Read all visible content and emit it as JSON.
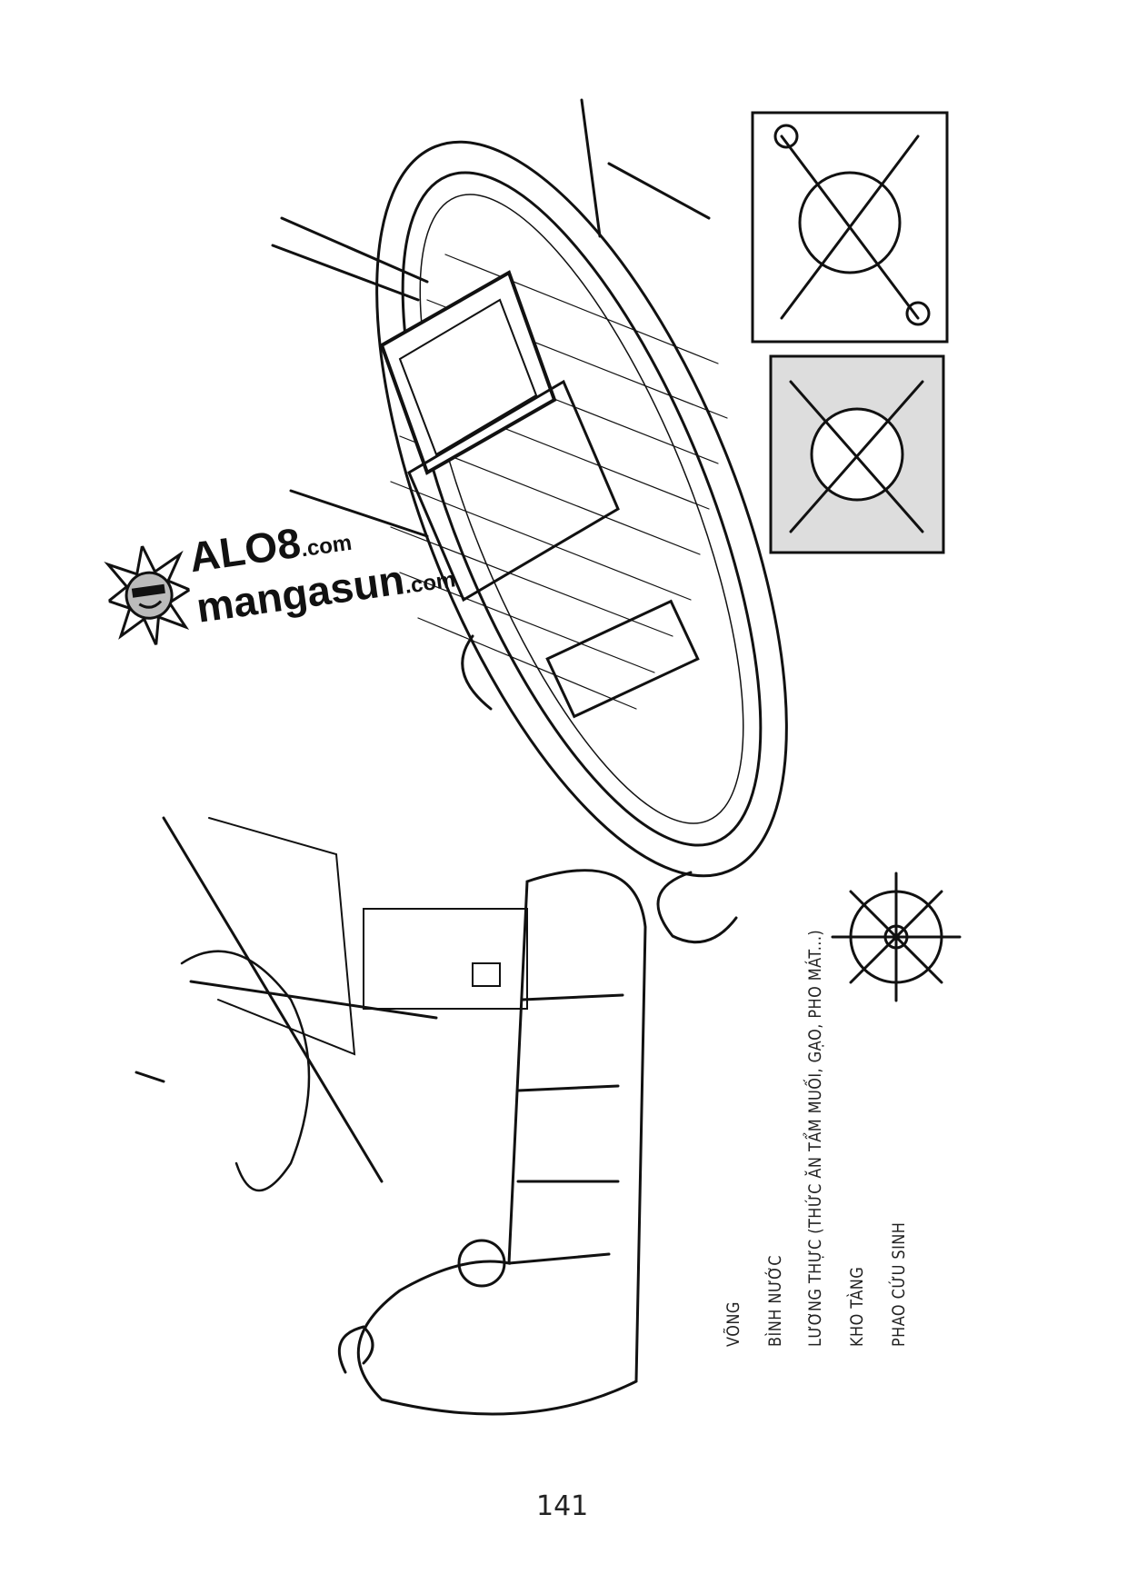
{
  "watermark": {
    "line1": "ALO8",
    "line1_suffix": ".com",
    "line2": "mangasun",
    "line2_suffix": ".com"
  },
  "labels": [
    "VÕNG",
    "BÌNH NƯỚC",
    "LƯƠNG THỰC (THỨC ĂN TẨM MUỐI, GẠO, PHO MÁT...)",
    "KHO TÀNG",
    "PHAO CỨU SINH"
  ],
  "page_number": "141"
}
